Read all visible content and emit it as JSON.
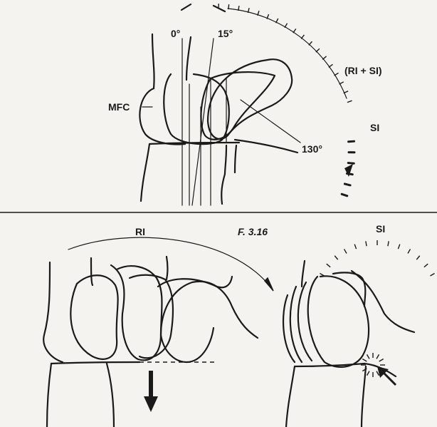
{
  "top_panel": {
    "angle_0": "0°",
    "angle_15": "15°",
    "angle_130": "130°",
    "label_mfc": "MFC",
    "label_ri_si": "(RI + SI)",
    "label_si": "SI"
  },
  "bottom_panel": {
    "label_ri": "RI",
    "figure_number": "F. 3.16",
    "label_si": "SI"
  }
}
